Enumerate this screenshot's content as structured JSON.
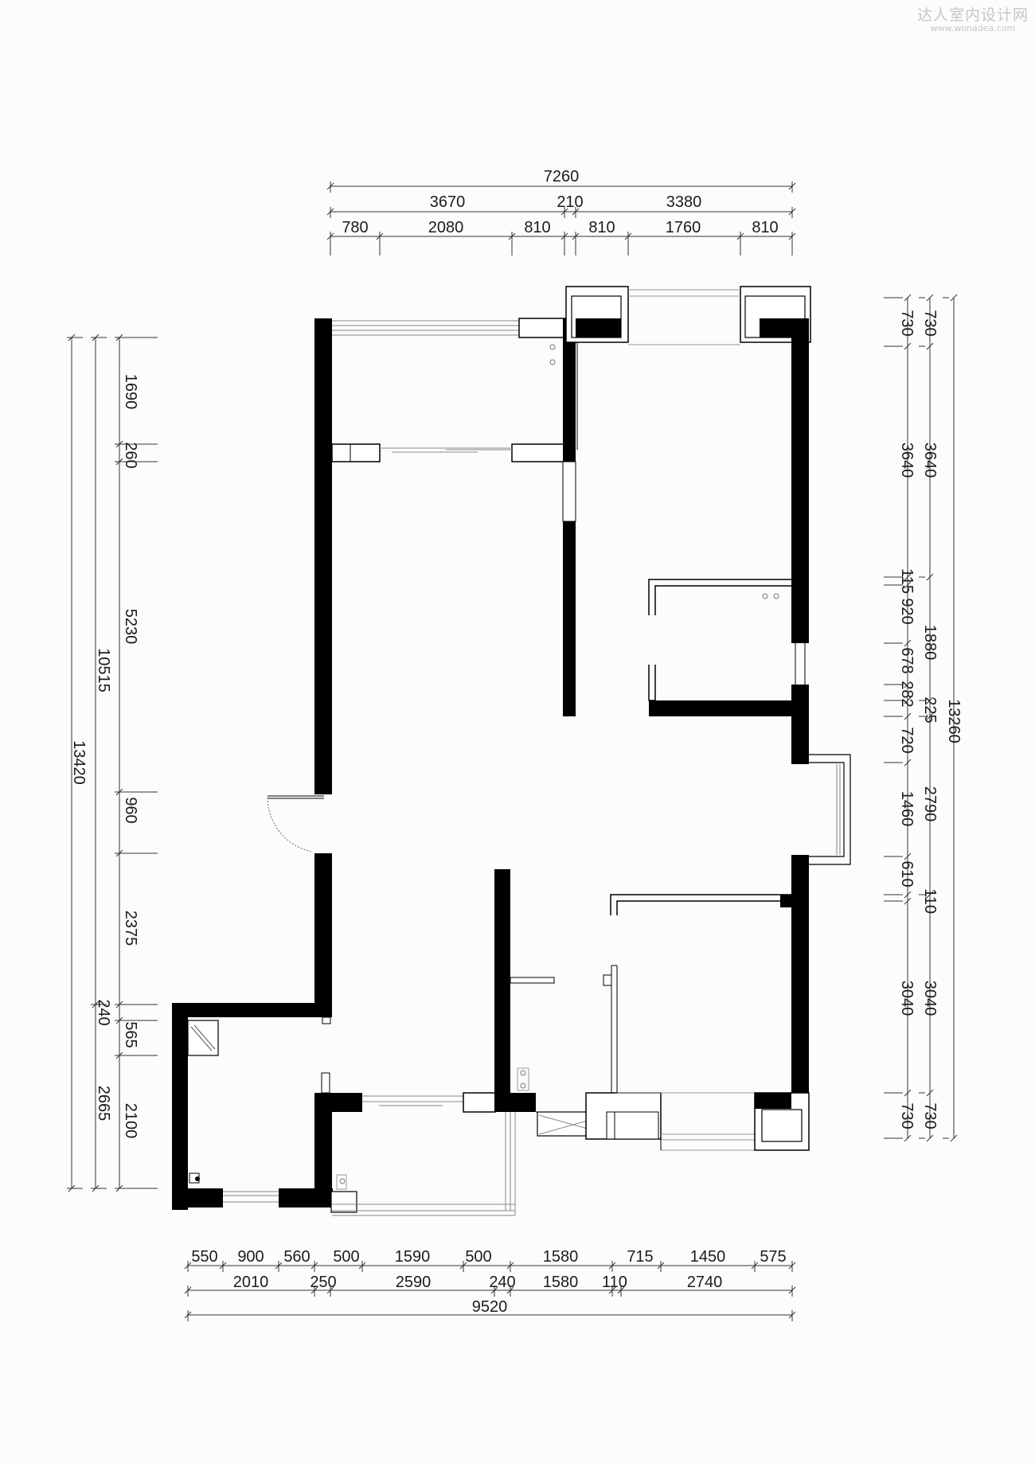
{
  "watermark": {
    "title": "达人室内设计网",
    "url": "www.wonadea.com"
  },
  "top_dimensions": {
    "row1": [
      "7260"
    ],
    "row2": [
      "3670",
      "210",
      "3380"
    ],
    "row3": [
      "780",
      "2080",
      "810",
      "810",
      "1760",
      "810"
    ]
  },
  "bottom_dimensions": {
    "row1": [
      "550",
      "900",
      "560",
      "500",
      "1590",
      "500",
      "1580",
      "715",
      "1450",
      "575"
    ],
    "row2": [
      "2010",
      "250",
      "2590",
      "240",
      "1580",
      "110",
      "2740"
    ],
    "row3": [
      "9520"
    ]
  },
  "left_dimensions": {
    "inner": [
      "1690",
      "260",
      "5230",
      "960",
      "2375",
      "240",
      "565",
      "2100"
    ],
    "middle": [
      "10515",
      "2665"
    ],
    "outer": [
      "13420"
    ]
  },
  "right_dimensions": {
    "inner": [
      "730",
      "3640",
      "115",
      "920",
      "678",
      "282",
      "720",
      "1460",
      "610",
      "110",
      "3040",
      "730"
    ],
    "middle": [
      "730",
      "3640",
      "1880",
      "225",
      "2790",
      "3040",
      "730"
    ],
    "outer": [
      "13260"
    ]
  }
}
